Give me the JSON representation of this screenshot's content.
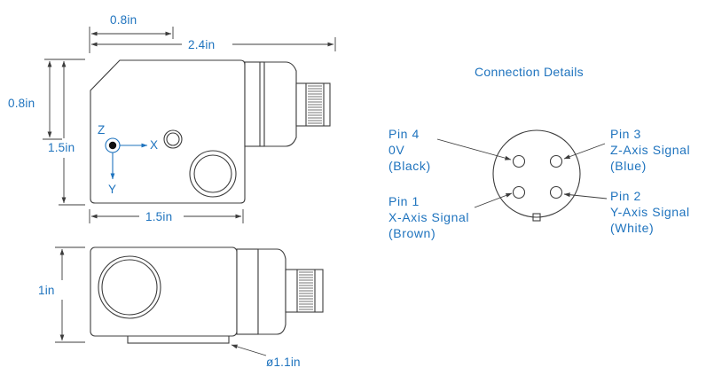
{
  "dimensions": {
    "width_total": "2.4in",
    "offset_x": "0.8in",
    "base_width": "1.5in",
    "height_total": "1.5in",
    "offset_y": "0.8in",
    "depth": "1in",
    "mount_diameter": "ø1.1in"
  },
  "axes": {
    "z": "Z",
    "x": "X",
    "y": "Y"
  },
  "connection": {
    "title": "Connection Details",
    "pins": [
      {
        "name": "Pin 4",
        "line1": "0V",
        "line2": "(Black)"
      },
      {
        "name": "Pin 3",
        "line1": "Z-Axis Signal",
        "line2": "(Blue)"
      },
      {
        "name": "Pin 1",
        "line1": "X-Axis Signal",
        "line2": "(Brown)"
      },
      {
        "name": "Pin 2",
        "line1": "Y-Axis Signal",
        "line2": "(White)"
      }
    ]
  },
  "colors": {
    "accent": "#1e73be",
    "outline": "#3c3c3c"
  }
}
